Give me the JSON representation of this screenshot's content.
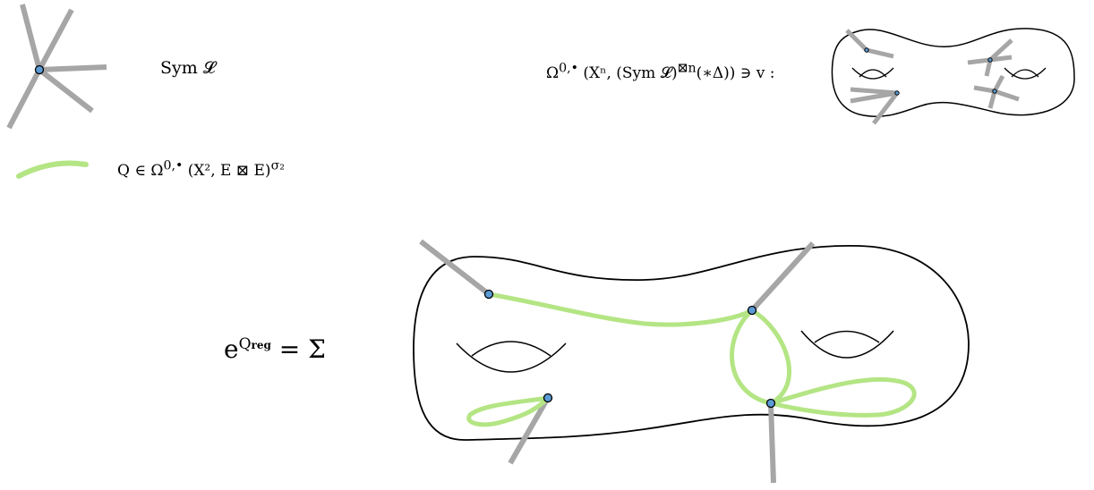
{
  "labels": {
    "sym": "Sym 𝓛",
    "vector_lhs": "Ω",
    "vector_sup": "0,•",
    "vector_paren": " (Xⁿ, (Sym 𝓛)",
    "vector_boxtimes": "⊠n",
    "vector_tail": "(∗Δ)) ∋ v :",
    "q_label": "Q ∈ Ω",
    "q_sup": "0,•",
    "q_paren": " (X², E ⊠ E)",
    "q_sigma": "σ₂",
    "exp_base": "e",
    "exp_q": "Q",
    "exp_reg": "reg",
    "exp_sum": " = Σ"
  },
  "colors": {
    "leg": "#a6a6a6",
    "propagator": "#b4e584",
    "vertex_fill": "#5b9bd5",
    "outline": "#000000"
  }
}
